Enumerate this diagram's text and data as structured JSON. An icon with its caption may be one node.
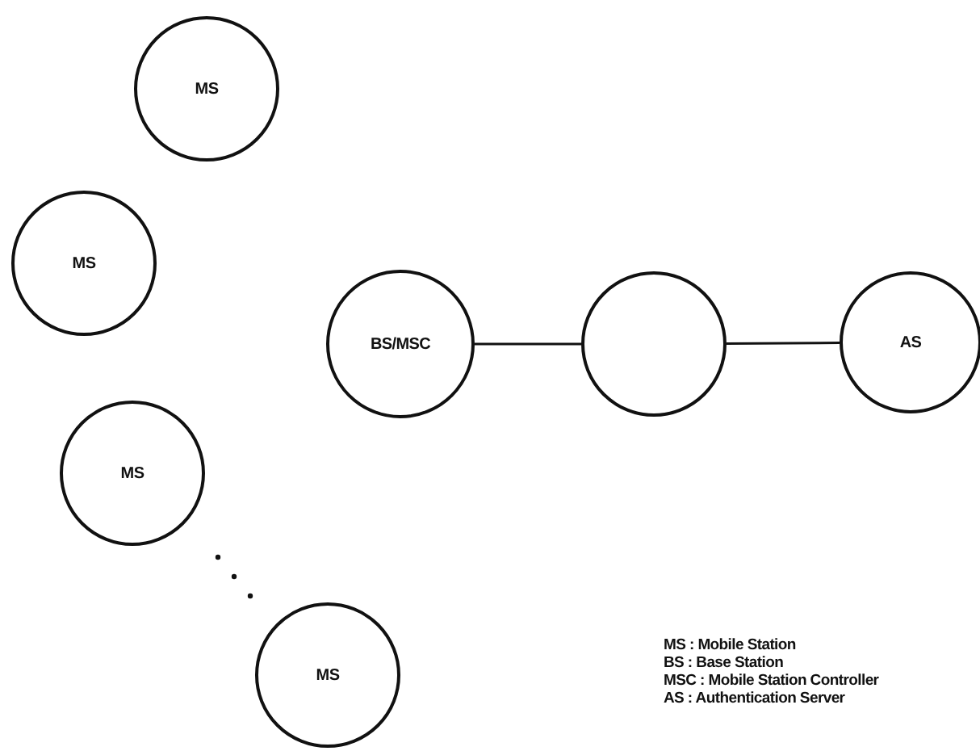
{
  "diagram": {
    "nodes": [
      {
        "text": [
          "MS"
        ]
      },
      {
        "text": [
          "MS"
        ]
      },
      {
        "text": [
          "BS/MSC"
        ]
      },
      {
        "text": [],
        "shape": "circle"
      },
      {
        "text": [
          "AS"
        ]
      },
      {
        "text": [
          "MS"
        ]
      },
      {
        "text": [
          "MS"
        ]
      }
    ],
    "edges": [
      {
        "from": 2,
        "to": 3,
        "arrow": "none"
      },
      {
        "from": 3,
        "to": 4,
        "arrow": "none"
      }
    ],
    "labels": [
      "MS : Mobile Station",
      "BS : Base Station",
      "MSC : Mobile Station Controller",
      "AS : Authentication Server"
    ]
  }
}
